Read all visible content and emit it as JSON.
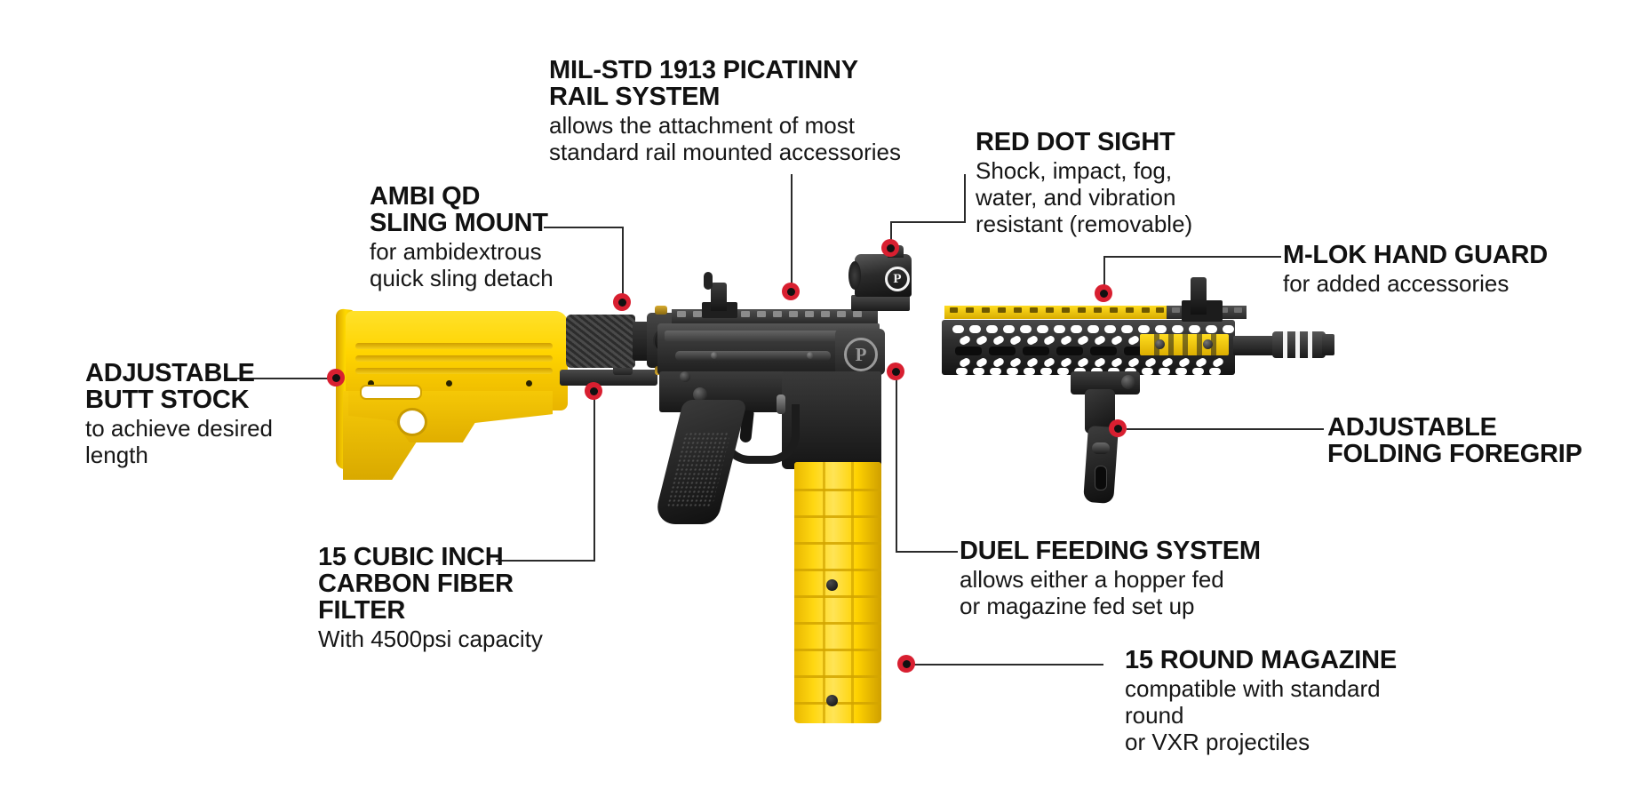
{
  "diagram": {
    "title": "Paintball marker feature callout diagram",
    "background_color": "#ffffff",
    "accent_color": "#d81f30",
    "text_color": "#111111",
    "leader_color": "#2b2b2b"
  },
  "product": {
    "body_color": "#1a1a1a",
    "highlight_color": "#ffd400",
    "logo_glyph": "P"
  },
  "callouts": [
    {
      "id": "picatinny-rail",
      "title": "MIL-STD 1913 PICATINNY\nRAIL SYSTEM",
      "subtitle": "allows the attachment of most\nstandard rail mounted accessories"
    },
    {
      "id": "red-dot-sight",
      "title": "RED DOT SIGHT",
      "subtitle": "Shock, impact, fog,\nwater, and vibration\nresistant (removable)"
    },
    {
      "id": "ambi-qd-sling-mount",
      "title": "AMBI QD\nSLING MOUNT",
      "subtitle": "for ambidextrous\nquick sling detach"
    },
    {
      "id": "m-lok-hand-guard",
      "title": "M-LOK HAND GUARD",
      "subtitle": "for added accessories"
    },
    {
      "id": "adjustable-butt-stock",
      "title": "ADJUSTABLE\nBUTT STOCK",
      "subtitle": "to achieve desired\nlength"
    },
    {
      "id": "adjustable-folding-foregrip",
      "title": "ADJUSTABLE\nFOLDING FOREGRIP",
      "subtitle": ""
    },
    {
      "id": "carbon-fiber-filter",
      "title": "15 CUBIC INCH\nCARBON FIBER FILTER",
      "subtitle": "With 4500psi capacity"
    },
    {
      "id": "duel-feeding-system",
      "title": "DUEL FEEDING SYSTEM",
      "subtitle": "allows either a hopper fed\nor magazine fed set up"
    },
    {
      "id": "round-magazine",
      "title": "15 ROUND MAGAZINE",
      "subtitle": "compatible with standard round\nor VXR projectiles"
    }
  ]
}
